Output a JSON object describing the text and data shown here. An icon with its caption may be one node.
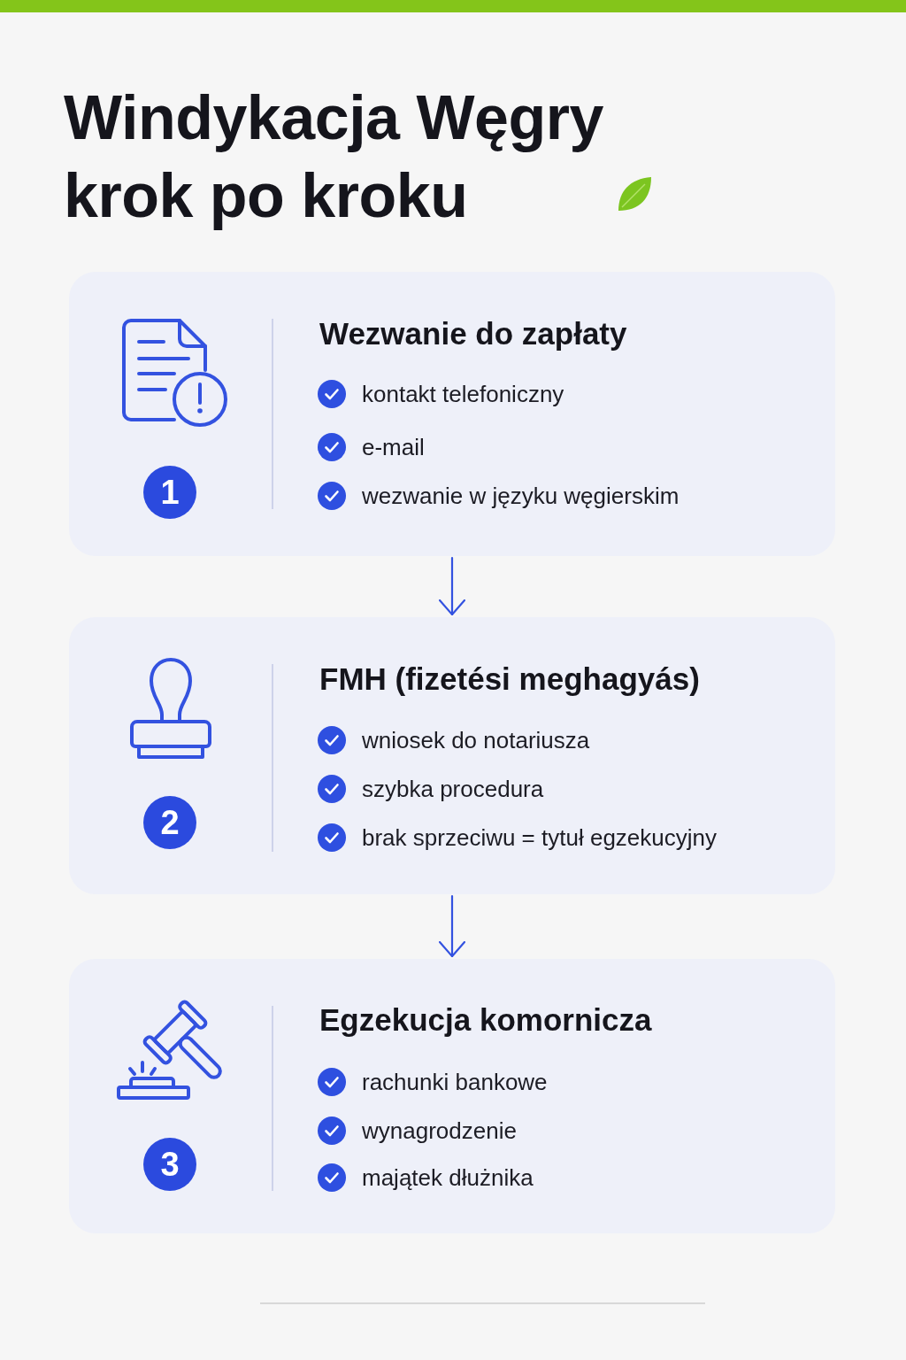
{
  "diagram": {
    "title": "Windykacja Węgry krok po kroku",
    "nodes": [
      {
        "text": [
          "Wezwanie do zapłaty",
          "kontakt telefoniczny",
          "e-mail",
          "wezwanie w języku węgierskim"
        ]
      },
      {
        "text": [
          "1"
        ],
        "in": 0
      },
      {
        "text": [
          "FMH (fizetési meghagyás)",
          "wniosek do notariusza",
          "szybka procedura",
          "brak sprzeciwu = tytuł egzekucyjny"
        ]
      },
      {
        "text": [
          "2"
        ],
        "in": 2
      },
      {
        "text": [
          "Egzekucja komornicza",
          "rachunki bankowe",
          "wynagrodzenie",
          "majątek dłużnika"
        ]
      },
      {
        "text": [
          "3"
        ],
        "in": 4
      }
    ],
    "edges": [
      {
        "from": 0,
        "to": 2,
        "arrow": "to"
      },
      {
        "from": 2,
        "to": 4,
        "arrow": "to"
      }
    ]
  }
}
